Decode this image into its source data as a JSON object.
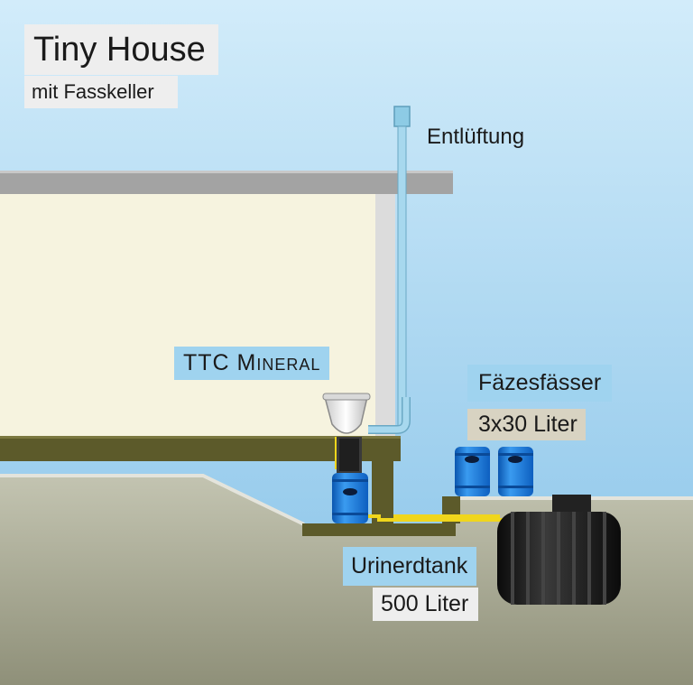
{
  "title": "Tiny House",
  "subtitle": "mit Fasskeller",
  "labels": {
    "vent": "Entlüftung",
    "toilet": "TTC Mineral",
    "faeces_barrels": "Fäzesfässer",
    "faeces_volume": "3x30 Liter",
    "urine_tank": "Urinerdtank",
    "urine_volume": "500 Liter"
  },
  "colors": {
    "sky_top": "#cfe9f8",
    "sky_bottom": "#8fc7ea",
    "house_wall": "#f6f3df",
    "roof": "#a3a3a3",
    "floor_frame": "#5c5a2a",
    "ground": "#b6b7a2",
    "pipe": "#8dcbe5",
    "urine_line": "#f0d61c",
    "barrel_blue": "#1779d8",
    "tank_black": "#1b1b1b"
  }
}
